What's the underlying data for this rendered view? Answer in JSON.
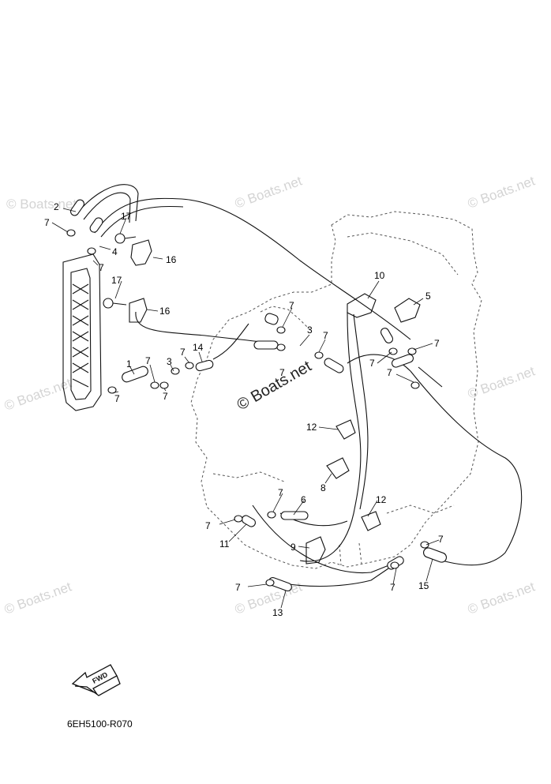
{
  "diagram": {
    "part_code": "6EH5100-R070",
    "fwd_label": "FWD",
    "watermarks": {
      "main": "© Boats.net",
      "tile": "© Boats.net"
    },
    "callouts": {
      "c1": "1",
      "c2": "2",
      "c3a": "3",
      "c3b": "3",
      "c4": "4",
      "c5": "5",
      "c6": "6",
      "c7a": "7",
      "c7b": "7",
      "c7c": "7",
      "c7d": "7",
      "c7e": "7",
      "c7f": "7",
      "c7g": "7",
      "c7h": "7",
      "c7i": "7",
      "c7j": "7",
      "c7k": "7",
      "c7l": "7",
      "c7m": "7",
      "c7n": "7",
      "c7o": "7",
      "c7p": "7",
      "c8": "8",
      "c9": "9",
      "c10": "10",
      "c11": "11",
      "c12a": "12",
      "c12b": "12",
      "c13": "13",
      "c14": "14",
      "c15": "15",
      "c16a": "16",
      "c16b": "16",
      "c17a": "17",
      "c17b": "17"
    }
  }
}
